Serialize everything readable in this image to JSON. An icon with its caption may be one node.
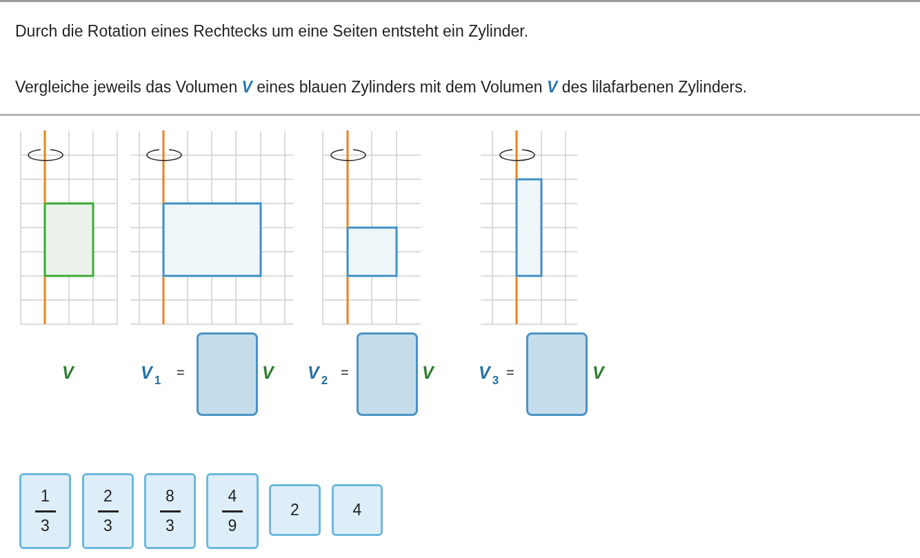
{
  "diagram": {
    "title": "Durch die Rotation eines Rechtecks um eine Seiten entsteht ein Zylinder.",
    "nodes": [
      {
        "text": [],
        "shape": "box"
      },
      {
        "text": [],
        "shape": "box"
      },
      {
        "text": [],
        "shape": "box"
      },
      {
        "text": [
          "1",
          "3"
        ]
      },
      {
        "text": [
          "2",
          "3"
        ]
      },
      {
        "text": [
          "8",
          "3"
        ]
      },
      {
        "text": [
          "4",
          "9"
        ]
      },
      {
        "text": [
          "2"
        ]
      },
      {
        "text": [
          "4"
        ]
      }
    ],
    "edges": [],
    "labels": [
      "Vergleiche jeweils das Volumen **V** eines blauen Zylinders mit dem Volumen **V** des lilafarbenen Zylinders.",
      "V",
      "V$_{1}$",
      "=",
      "V",
      "V$_{2}$",
      "=",
      "V",
      "V$_{3}$",
      "=",
      "V"
    ]
  }
}
